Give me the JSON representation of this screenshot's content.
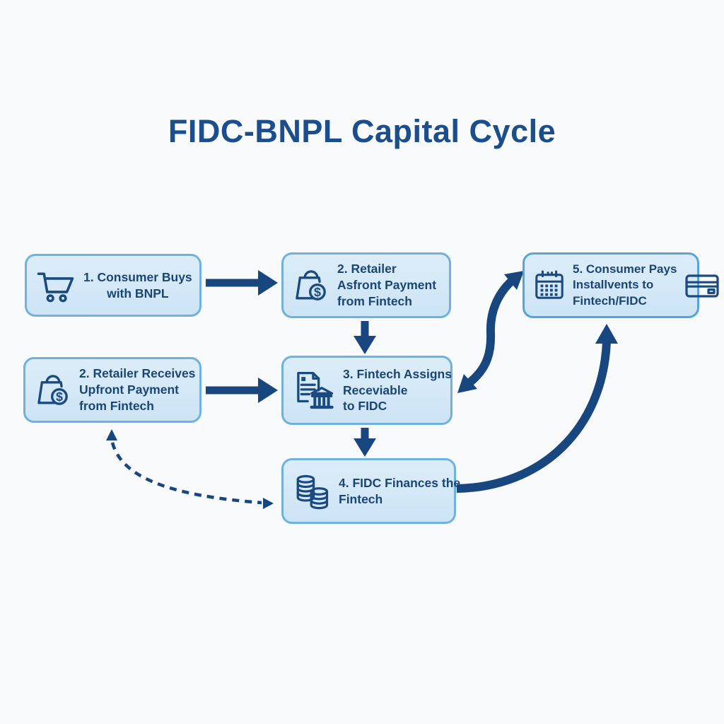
{
  "title": "FIDC-BNPL Capital Cycle",
  "colors": {
    "arrow_navy": "#17477E",
    "icon_navy": "#1B4A80",
    "box_fill": "#CDE4F5",
    "box_border": "#6FB2DF",
    "box_border_strong": "#57A4D8",
    "text_navy": "#1A4577",
    "title_navy": "#1B4E8C",
    "background": "#F8FAFB"
  },
  "boxes": {
    "consumer_buys": {
      "icon": "shopping-cart-icon",
      "lines": [
        "1. Consumer Buys",
        "with BNPL"
      ]
    },
    "retailer_asfront": {
      "icon": "shopping-bag-dollar-icon",
      "lines": [
        "2. Retailer",
        "Asfront Payment",
        "from Fintech"
      ]
    },
    "consumer_pays": {
      "icon": "calendar-icon",
      "icon_right": "credit-card-icon",
      "lines": [
        "5. Consumer Pays",
        "Installvents to",
        "Fintech/FIDC"
      ]
    },
    "retailer_receives": {
      "icon": "shopping-bag-dollar-icon",
      "lines": [
        "2. Retailer Receives",
        "Upfront Payment",
        "from Fintech"
      ]
    },
    "fintech_assigns": {
      "icon": "document-bank-icon",
      "lines": [
        "3. Fintech Assigns",
        "Receviable",
        "to FIDC"
      ]
    },
    "fidc_finances": {
      "icon": "coins-icon",
      "lines": [
        "4. FIDC Finances the",
        "Fintech"
      ]
    }
  },
  "arrows": {
    "consumer_to_retailer": "solid right",
    "retailer_to_fintech_assigns": "solid down",
    "retailer_receives_to_fintech_assigns": "solid right",
    "fintech_assigns_to_fidc": "solid down",
    "fintech_assigns_consumer_pays": "curved double-headed",
    "fidc_to_consumer_pays": "curved up",
    "retailer_receives_fidc": "dashed curved double-headed"
  }
}
